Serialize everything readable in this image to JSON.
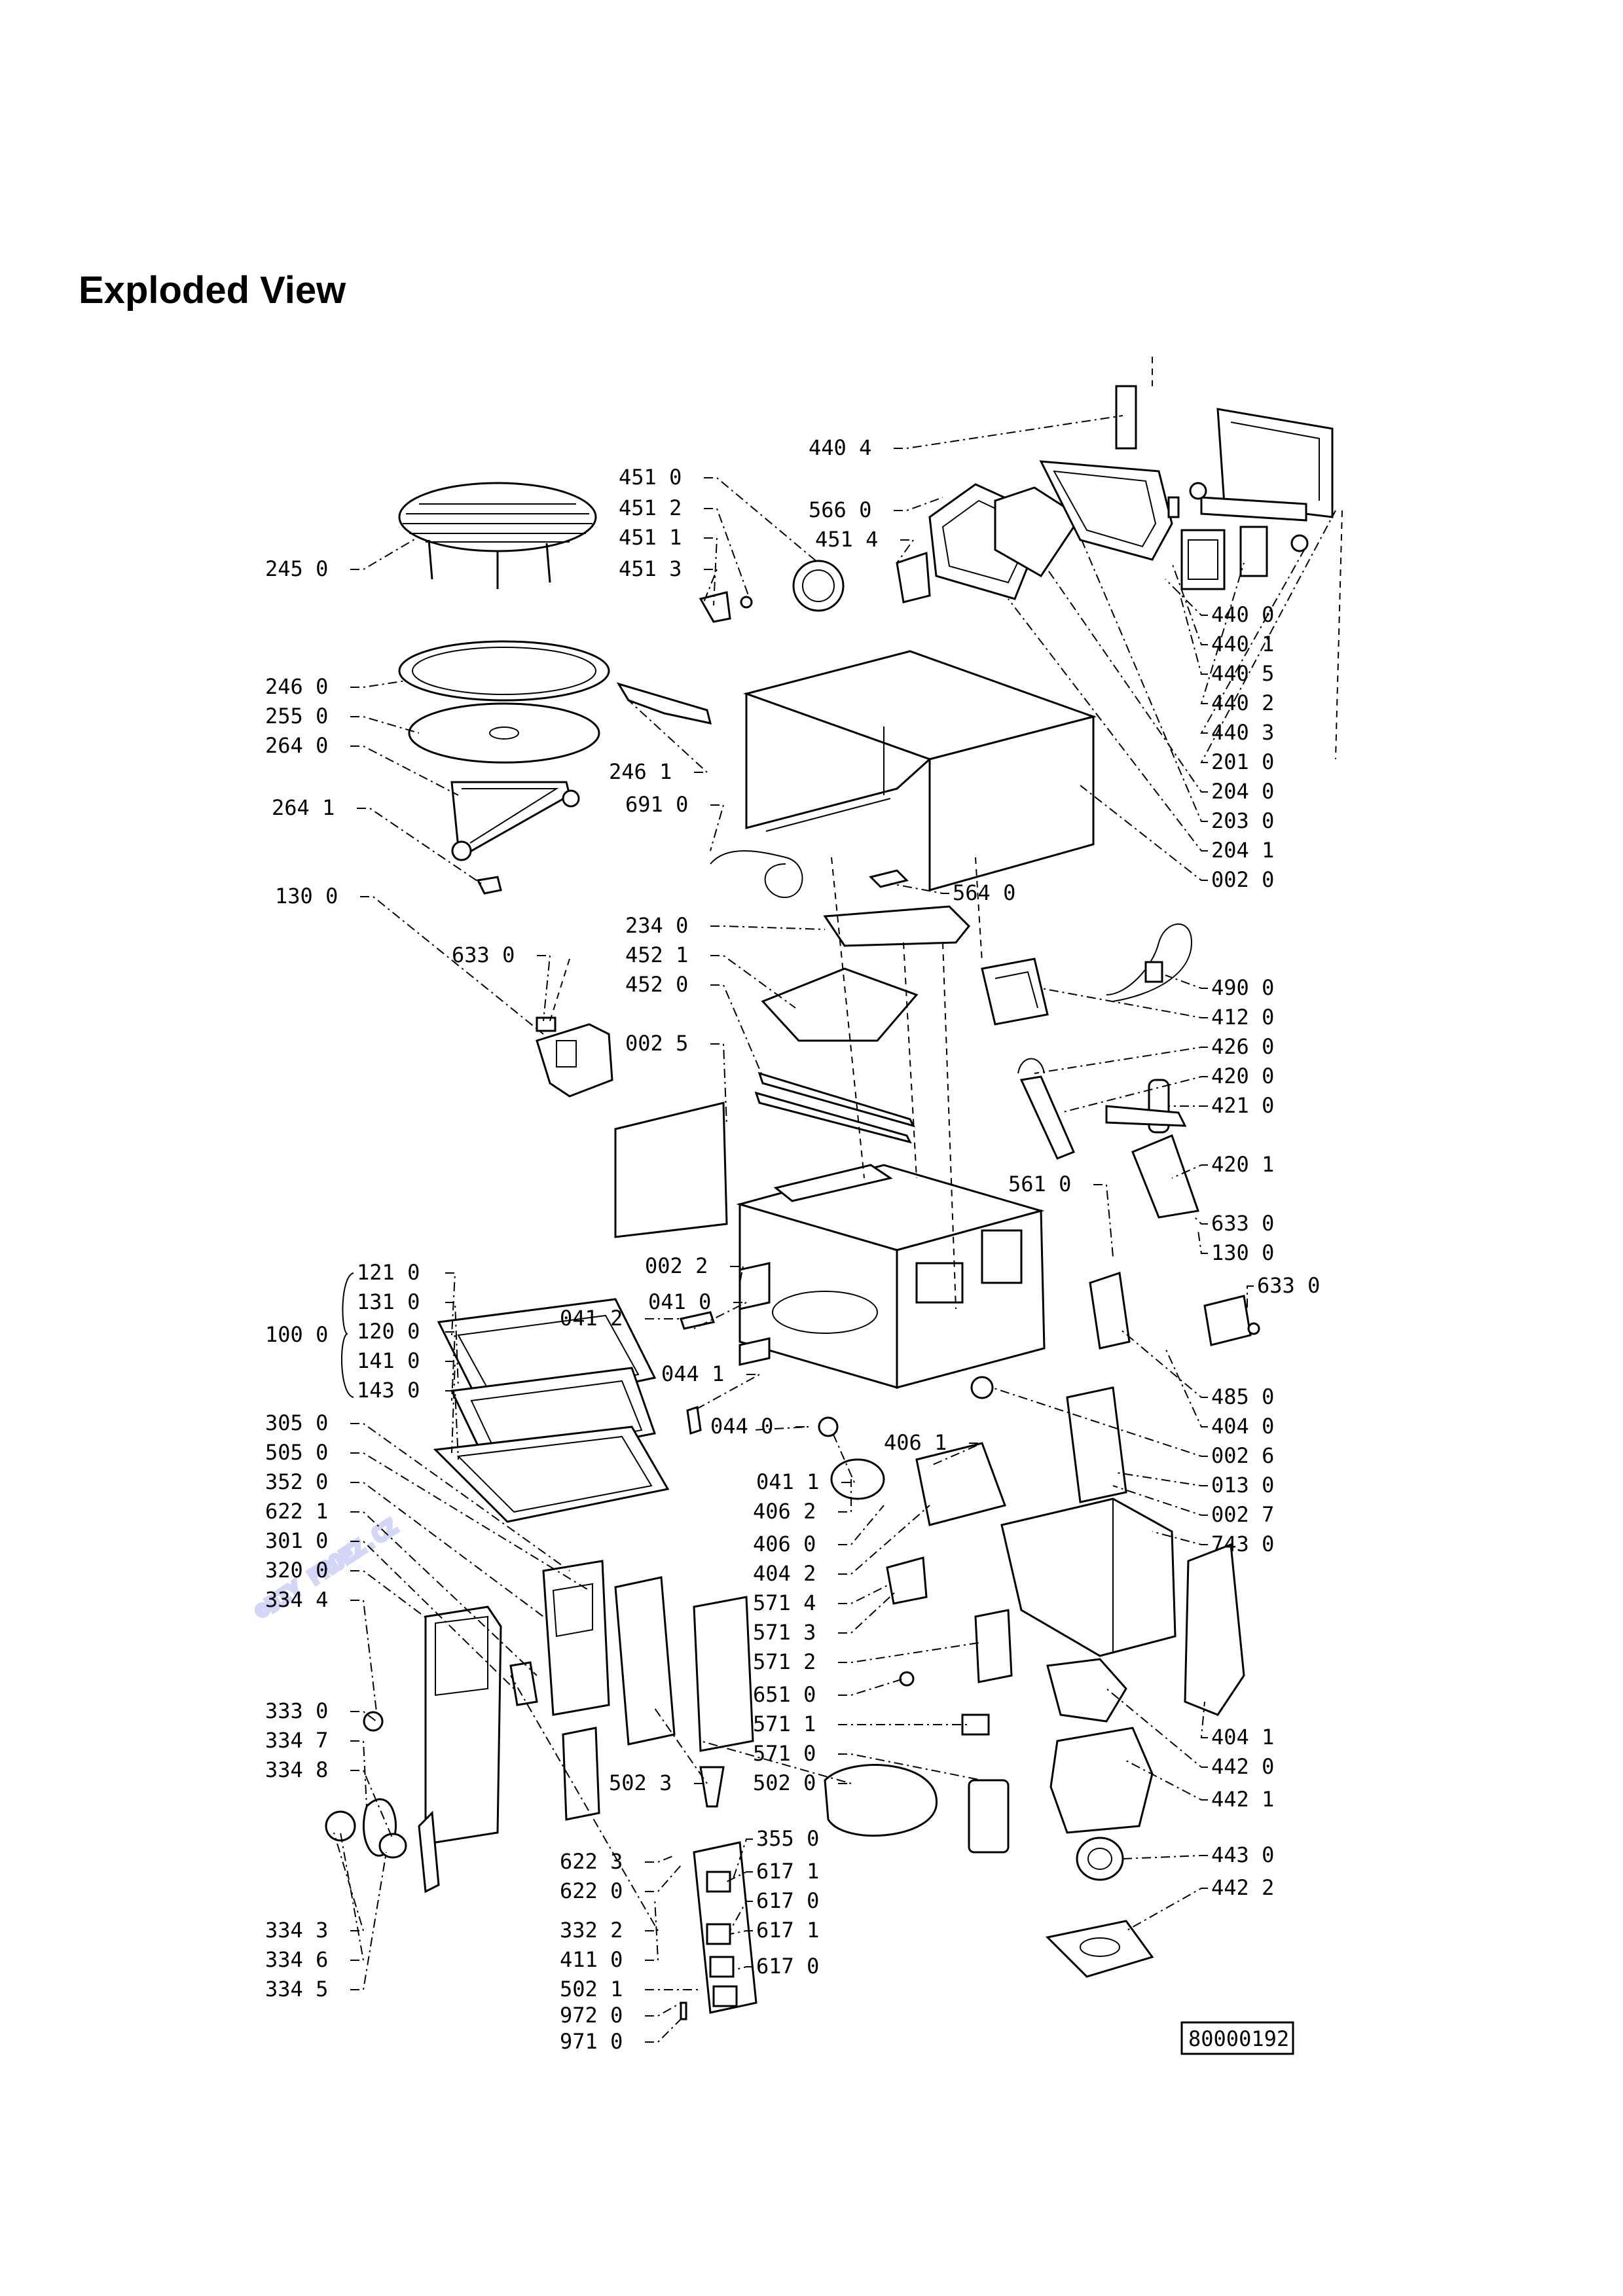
{
  "title": "Exploded View",
  "drawing_code": "80000192",
  "watermark": "©DIY FROEZ.CZ",
  "group_100": {
    "label": "100 0",
    "members": [
      "121 0",
      "131 0",
      "120 0",
      "141 0",
      "143 0"
    ]
  },
  "labels": [
    "440 4",
    "451 0",
    "451 2",
    "451 1",
    "451 3",
    "566 0",
    "451 4",
    "245 0",
    "440 0",
    "440 1",
    "440 5",
    "440 2",
    "440 3",
    "201 0",
    "246 0",
    "255 0",
    "264 0",
    "246 1",
    "691 0",
    "204 0",
    "203 0",
    "264 1",
    "204 1",
    "002 0",
    "130 0",
    "564 0",
    "234 0",
    "633 0",
    "452 1",
    "452 0",
    "490 0",
    "412 0",
    "002 5",
    "426 0",
    "420 0",
    "421 0",
    "420 1",
    "561 0",
    "633 0",
    "130 0",
    "002 2",
    "633 0",
    "041 2",
    "041 0",
    "044 1",
    "485 0",
    "404 0",
    "305 0",
    "044 0",
    "002 6",
    "505 0",
    "041 1",
    "406 1",
    "013 0",
    "352 0",
    "406 2",
    "002 7",
    "622 1",
    "406 0",
    "743 0",
    "301 0",
    "404 2",
    "320 0",
    "571 4",
    "334 4",
    "571 3",
    "571 2",
    "333 0",
    "651 0",
    "334 7",
    "571 1",
    "404 1",
    "334 8",
    "571 0",
    "442 0",
    "502 3",
    "502 0",
    "442 1",
    "622 3",
    "355 0",
    "443 0",
    "622 0",
    "617 1",
    "442 2",
    "334 3",
    "332 2",
    "617 0",
    "334 6",
    "411 0",
    "617 1",
    "334 5",
    "502 1",
    "617 0",
    "972 0",
    "971 0"
  ]
}
